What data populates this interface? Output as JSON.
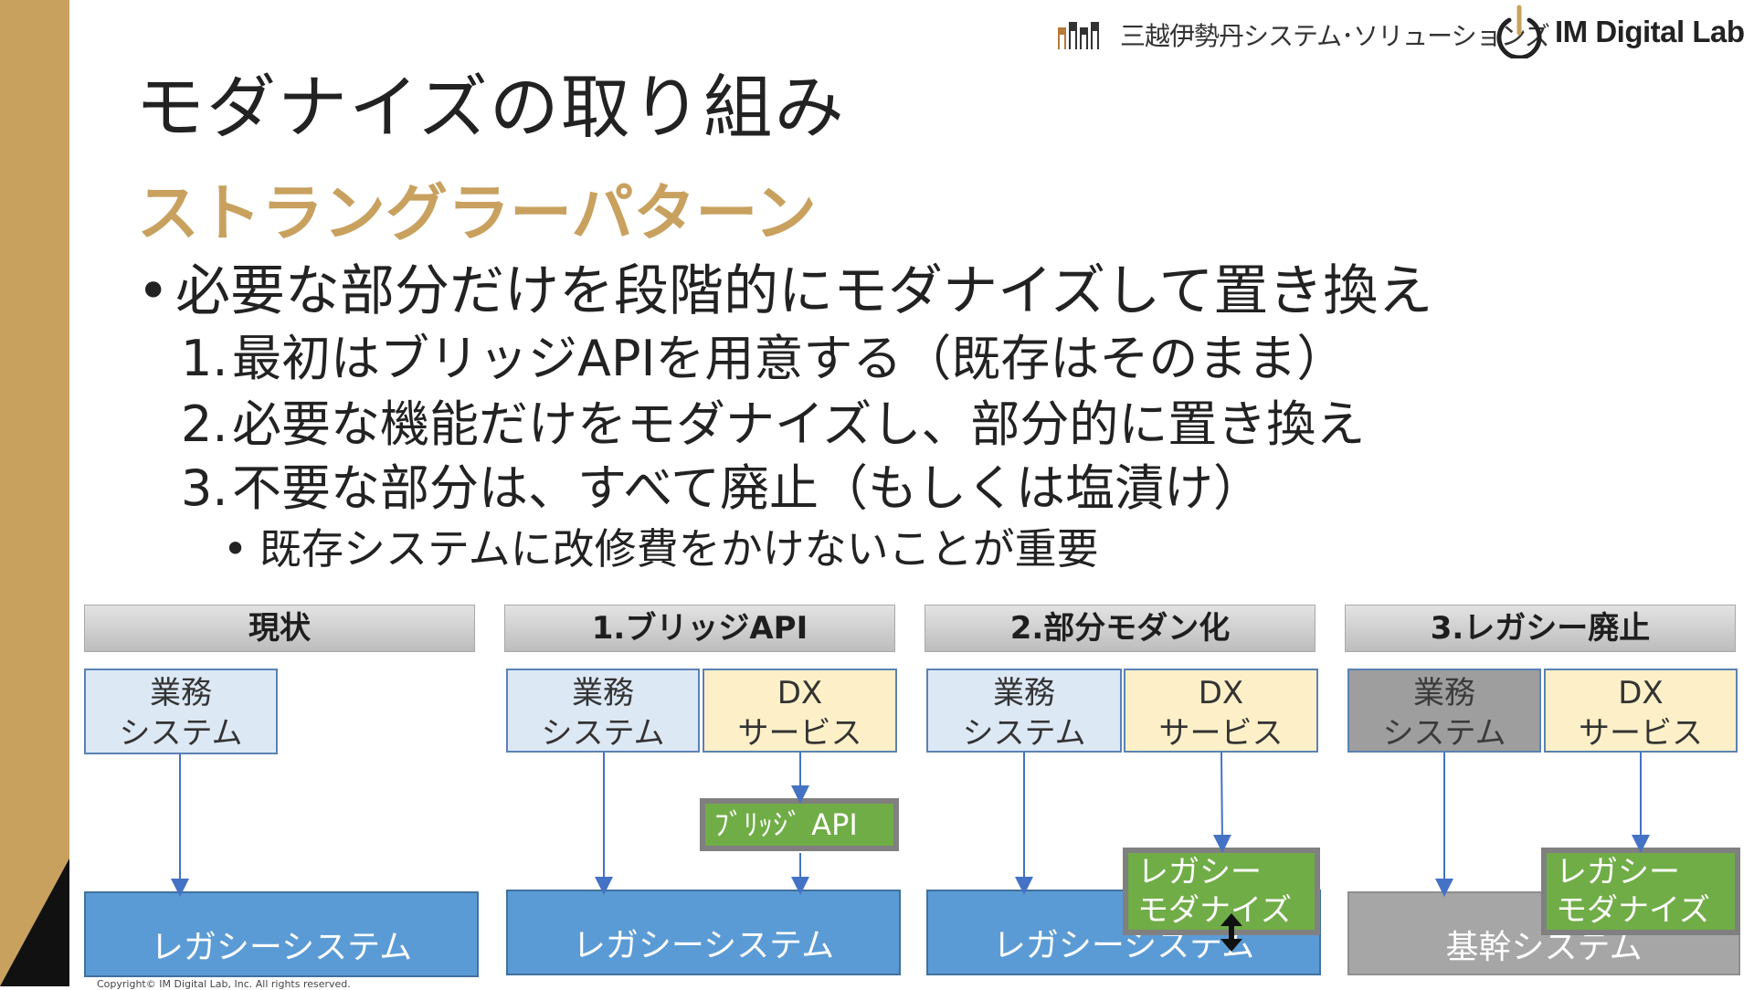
{
  "header": {
    "company": "三越伊勢丹システム･ソリューションズ",
    "lab": "IM Digital Lab"
  },
  "title": "モダナイズの取り組み",
  "subtitle": "ストラングラーパターン",
  "bullets": {
    "main": "必要な部分だけを段階的にモダナイズして置き換え",
    "steps": [
      {
        "num": "1.",
        "text": "最初はブリッジAPIを用意する（既存はそのまま）"
      },
      {
        "num": "2.",
        "text": "必要な機能だけをモダナイズし、部分的に置き換え"
      },
      {
        "num": "3.",
        "text": "不要な部分は、すべて廃止（もしくは塩漬け）"
      }
    ],
    "sub": "既存システムに改修費をかけないことが重要"
  },
  "diagram": {
    "stages": [
      {
        "header": "現状",
        "business": "業務\nシステム",
        "legacy": "レガシーシステム"
      },
      {
        "header": "1.ブリッジAPI",
        "business": "業務\nシステム",
        "dx": "DX\nサービス",
        "bridge": "ﾌﾞﾘｯｼﾞ API",
        "legacy": "レガシーシステム"
      },
      {
        "header": "2.部分モダン化",
        "business": "業務\nシステム",
        "dx": "DX\nサービス",
        "modern": "レガシー\nモダナイズ",
        "legacy": "レガシーシステム"
      },
      {
        "header": "3.レガシー廃止",
        "business": "業務\nシステム",
        "dx": "DX\nサービス",
        "modern": "レガシー\nモダナイズ",
        "legacy": "基幹システム"
      }
    ]
  },
  "colors": {
    "accent": "#c9a15f",
    "legacy_blue": "#5b9bd5",
    "green": "#70ad47",
    "gray": "#a6a6a6"
  },
  "copyright": "Copyright© IM Digital Lab, Inc. All rights reserved."
}
